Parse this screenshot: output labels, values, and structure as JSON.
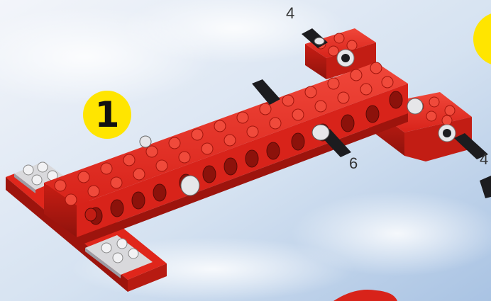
{
  "step": {
    "number": "1"
  },
  "callouts": [
    {
      "label": "4",
      "part": "axle-pin"
    },
    {
      "label": "6",
      "part": "axle-pin"
    },
    {
      "label": "4",
      "part": "axle-pin"
    }
  ],
  "colors": {
    "sky_light": "#e9eef7",
    "sky_blue": "#b9cfe8",
    "brick_red": "#e0261b",
    "brick_dark": "#9d140d",
    "brick_highlight": "#f26a55",
    "plate_gray": "#d9d9dc",
    "pin_black": "#1c1c1f",
    "badge_yellow": "#ffe500"
  },
  "icons": {
    "step_badge": "yellow-circle-badge",
    "pin": "black-axle-pin-icon",
    "bush": "gray-bush-icon"
  }
}
